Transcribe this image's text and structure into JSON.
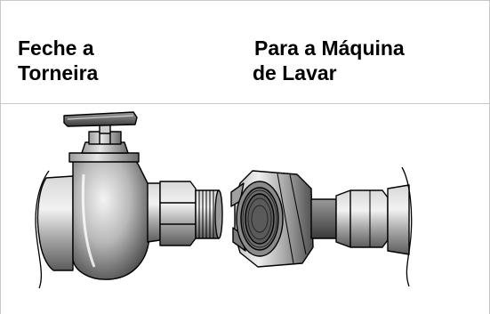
{
  "labels": {
    "left": {
      "line1": "Feche a",
      "line2": "Torneira"
    },
    "right": {
      "line1": "Para a Máquina",
      "line2": "de Lavar"
    }
  },
  "icons": {
    "faucet": "faucet-valve-icon",
    "connector": "hose-connector-icon"
  },
  "colors": {
    "frame": "#c8c8c8",
    "metal_light": "#e8e8e8",
    "metal_mid": "#b4b4b4",
    "metal_dark": "#5a5a5a",
    "outline": "#000000"
  }
}
